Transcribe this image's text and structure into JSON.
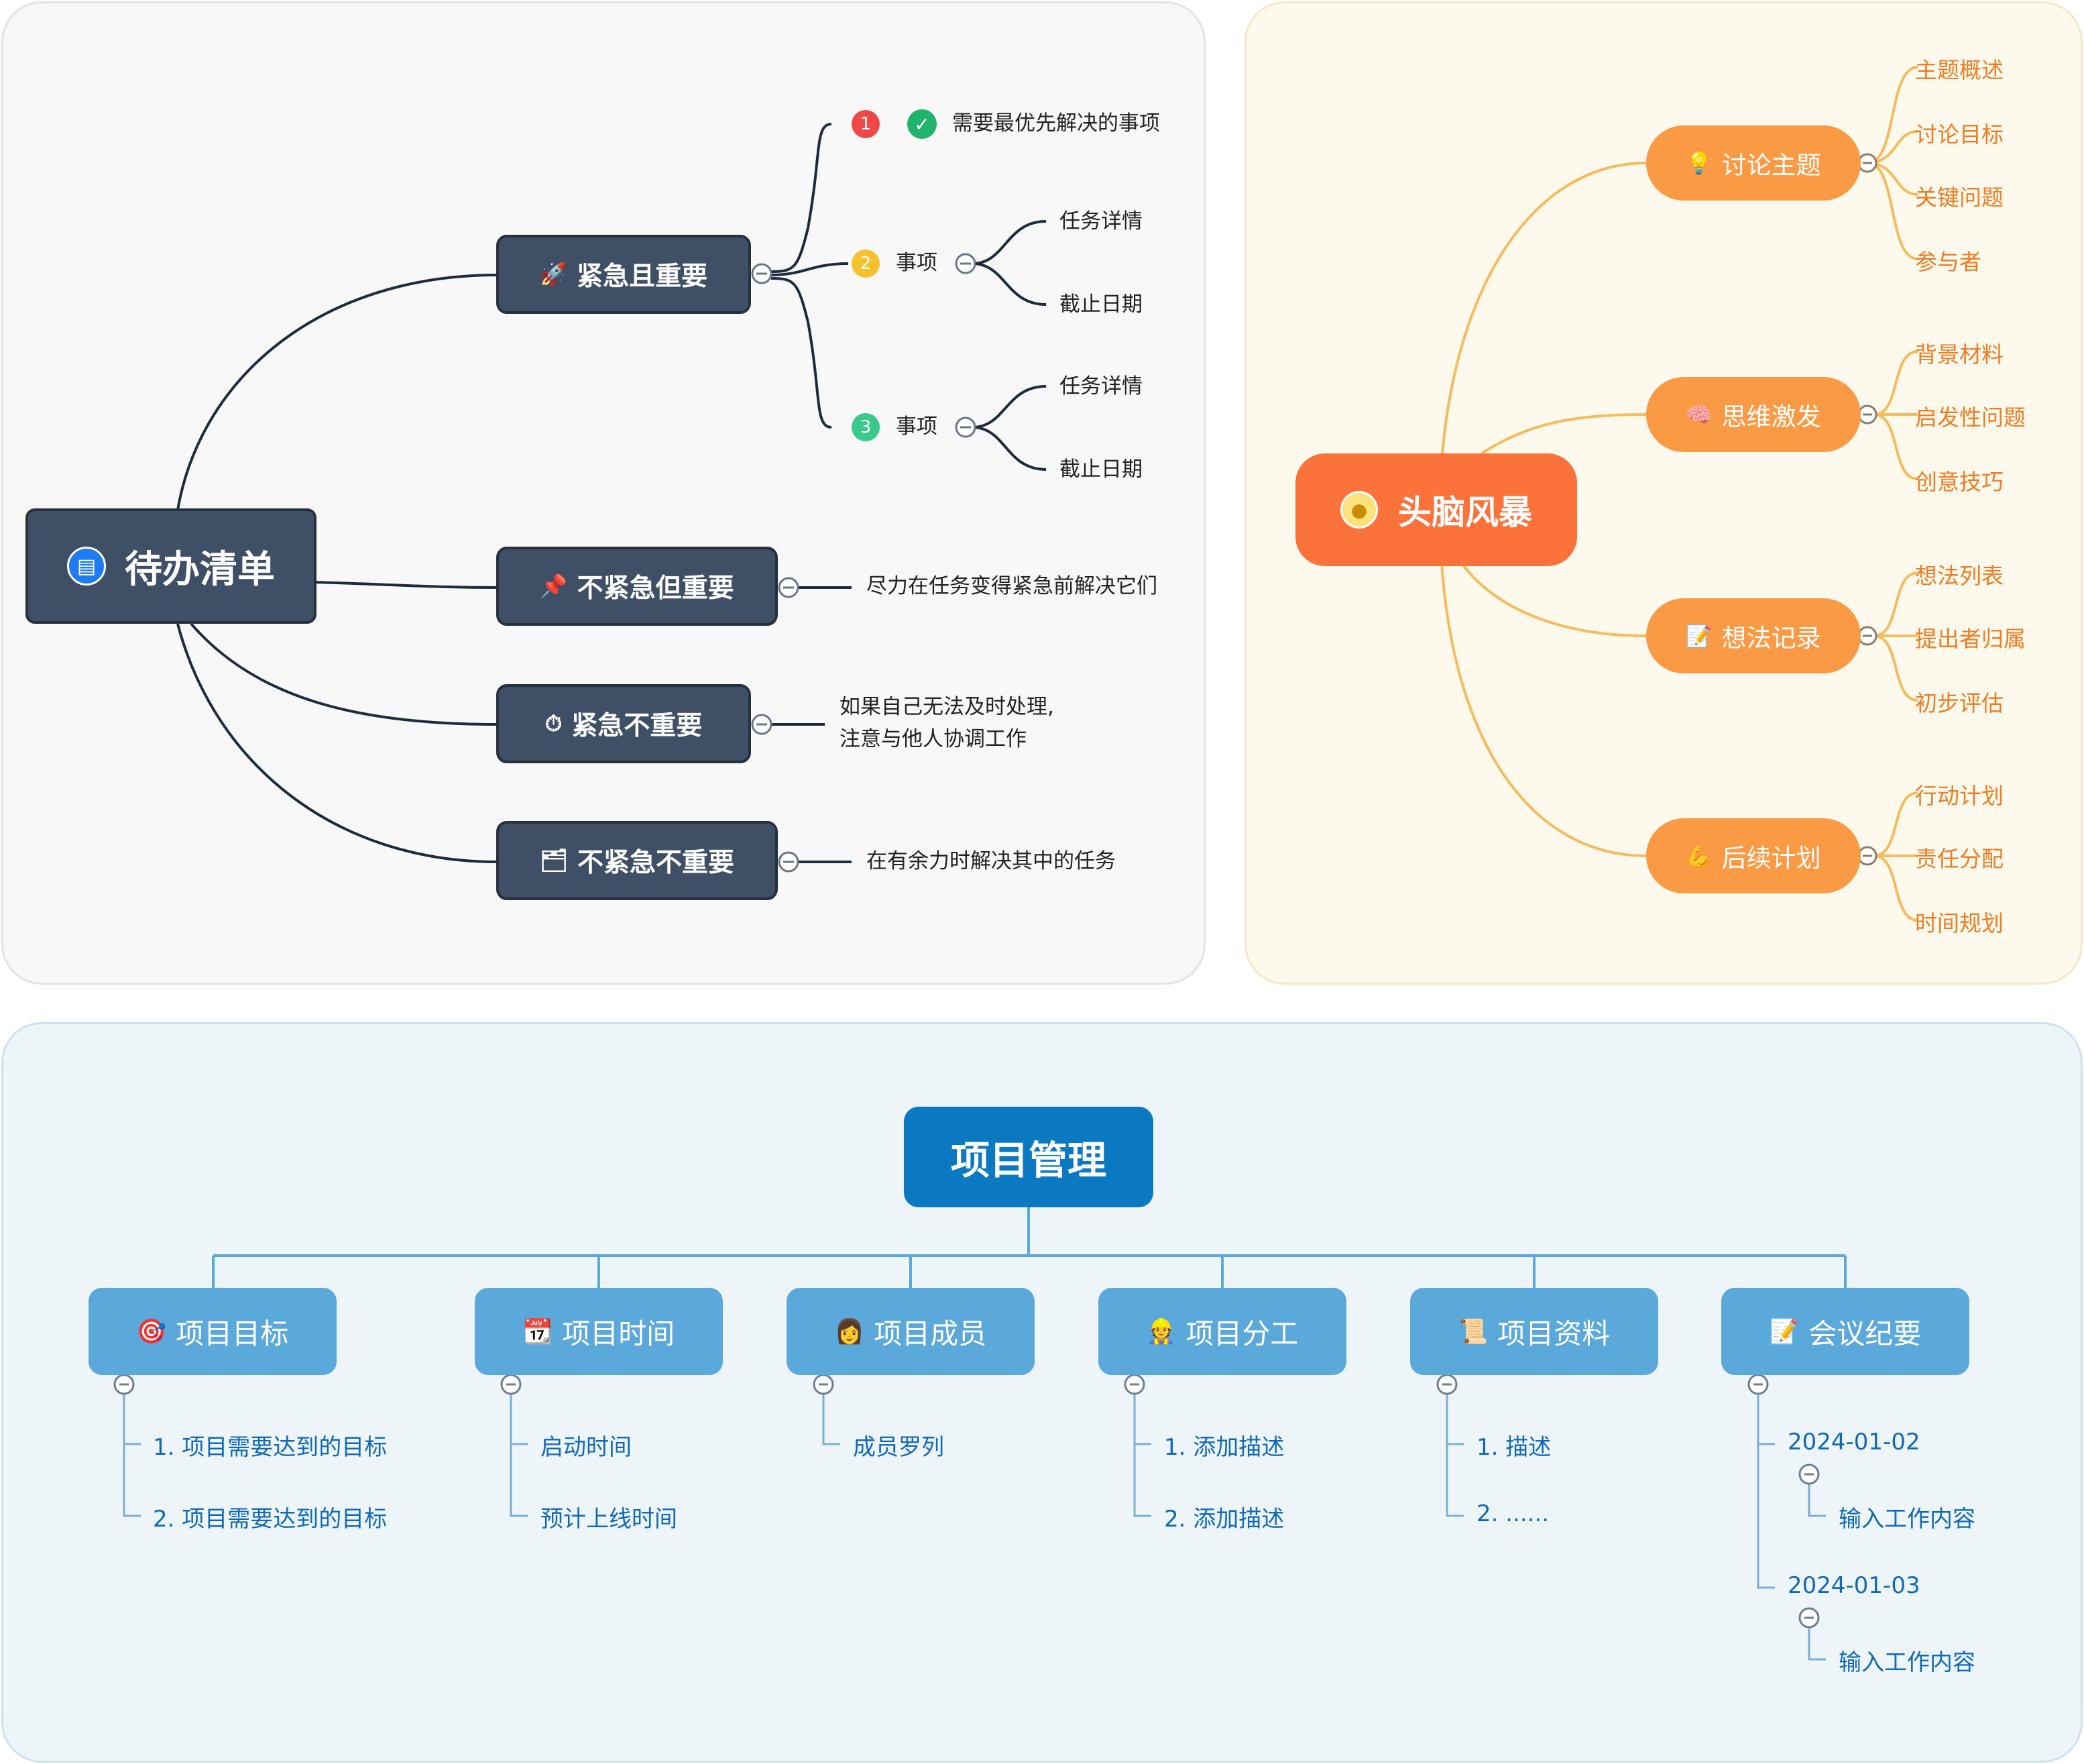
{
  "todo": {
    "root": {
      "label": "待办清单",
      "icon": "clipboard-icon"
    },
    "branches": [
      {
        "label": "紧急且重要",
        "emoji": "🚀"
      },
      {
        "label": "不紧急但重要",
        "emoji": "📌"
      },
      {
        "label": "紧急不重要",
        "emoji": "⏱"
      },
      {
        "label": "不紧急不重要",
        "emoji": "🗂"
      }
    ],
    "urgent_items": [
      {
        "number": "1",
        "label": "需要最优先解决的事项",
        "check": "✓"
      },
      {
        "number": "2",
        "label": "事项",
        "children": [
          "任务详情",
          "截止日期"
        ]
      },
      {
        "number": "3",
        "label": "事项",
        "children": [
          "任务详情",
          "截止日期"
        ]
      }
    ],
    "notes": {
      "important_not_urgent": "尽力在任务变得紧急前解决它们",
      "urgent_not_important_line1": "如果自己无法及时处理,",
      "urgent_not_important_line2": "注意与他人协调工作",
      "neither": "在有余力时解决其中的任务"
    },
    "colors": {
      "node": "#3f4f66",
      "badge1": "#f04848",
      "badge2": "#f7c12e",
      "badge3": "#38c98b",
      "check": "#1fb36b"
    }
  },
  "brainstorm": {
    "root": {
      "label": "头脑风暴",
      "icon": "lightbulb-icon"
    },
    "branches": [
      {
        "label": "讨论主题",
        "emoji": "💡",
        "children": [
          "主题概述",
          "讨论目标",
          "关键问题",
          "参与者"
        ]
      },
      {
        "label": "思维激发",
        "emoji": "🧠",
        "children": [
          "背景材料",
          "启发性问题",
          "创意技巧"
        ]
      },
      {
        "label": "想法记录",
        "emoji": "📝",
        "children": [
          "想法列表",
          "提出者归属",
          "初步评估"
        ]
      },
      {
        "label": "后续计划",
        "emoji": "💪",
        "children": [
          "行动计划",
          "责任分配",
          "时间规划"
        ]
      }
    ],
    "colors": {
      "root": "#fb733b",
      "node": "#fa9a44",
      "line": "#f6bb5c",
      "text": "#f07c22"
    }
  },
  "project": {
    "root": {
      "label": "项目管理"
    },
    "branches": [
      {
        "label": "项目目标",
        "emoji": "🎯",
        "children": [
          "1. 项目需要达到的目标",
          "2. 项目需要达到的目标"
        ]
      },
      {
        "label": "项目时间",
        "emoji": "📆",
        "children": [
          "启动时间",
          "预计上线时间"
        ]
      },
      {
        "label": "项目成员",
        "emoji": "👩",
        "children": [
          "成员罗列"
        ]
      },
      {
        "label": "项目分工",
        "emoji": "👷",
        "children": [
          "1. 添加描述",
          "2. 添加描述"
        ]
      },
      {
        "label": "项目资料",
        "emoji": "📜",
        "children": [
          "1. 描述",
          "2. ......"
        ]
      },
      {
        "label": "会议纪要",
        "emoji": "📝",
        "children": [
          {
            "date": "2024-01-02",
            "content": "输入工作内容"
          },
          {
            "date": "2024-01-03",
            "content": "输入工作内容"
          }
        ]
      }
    ],
    "colors": {
      "root": "#0b79c2",
      "node": "#5ba8db",
      "line": "#5ba8db",
      "text": "#1069b8"
    }
  }
}
